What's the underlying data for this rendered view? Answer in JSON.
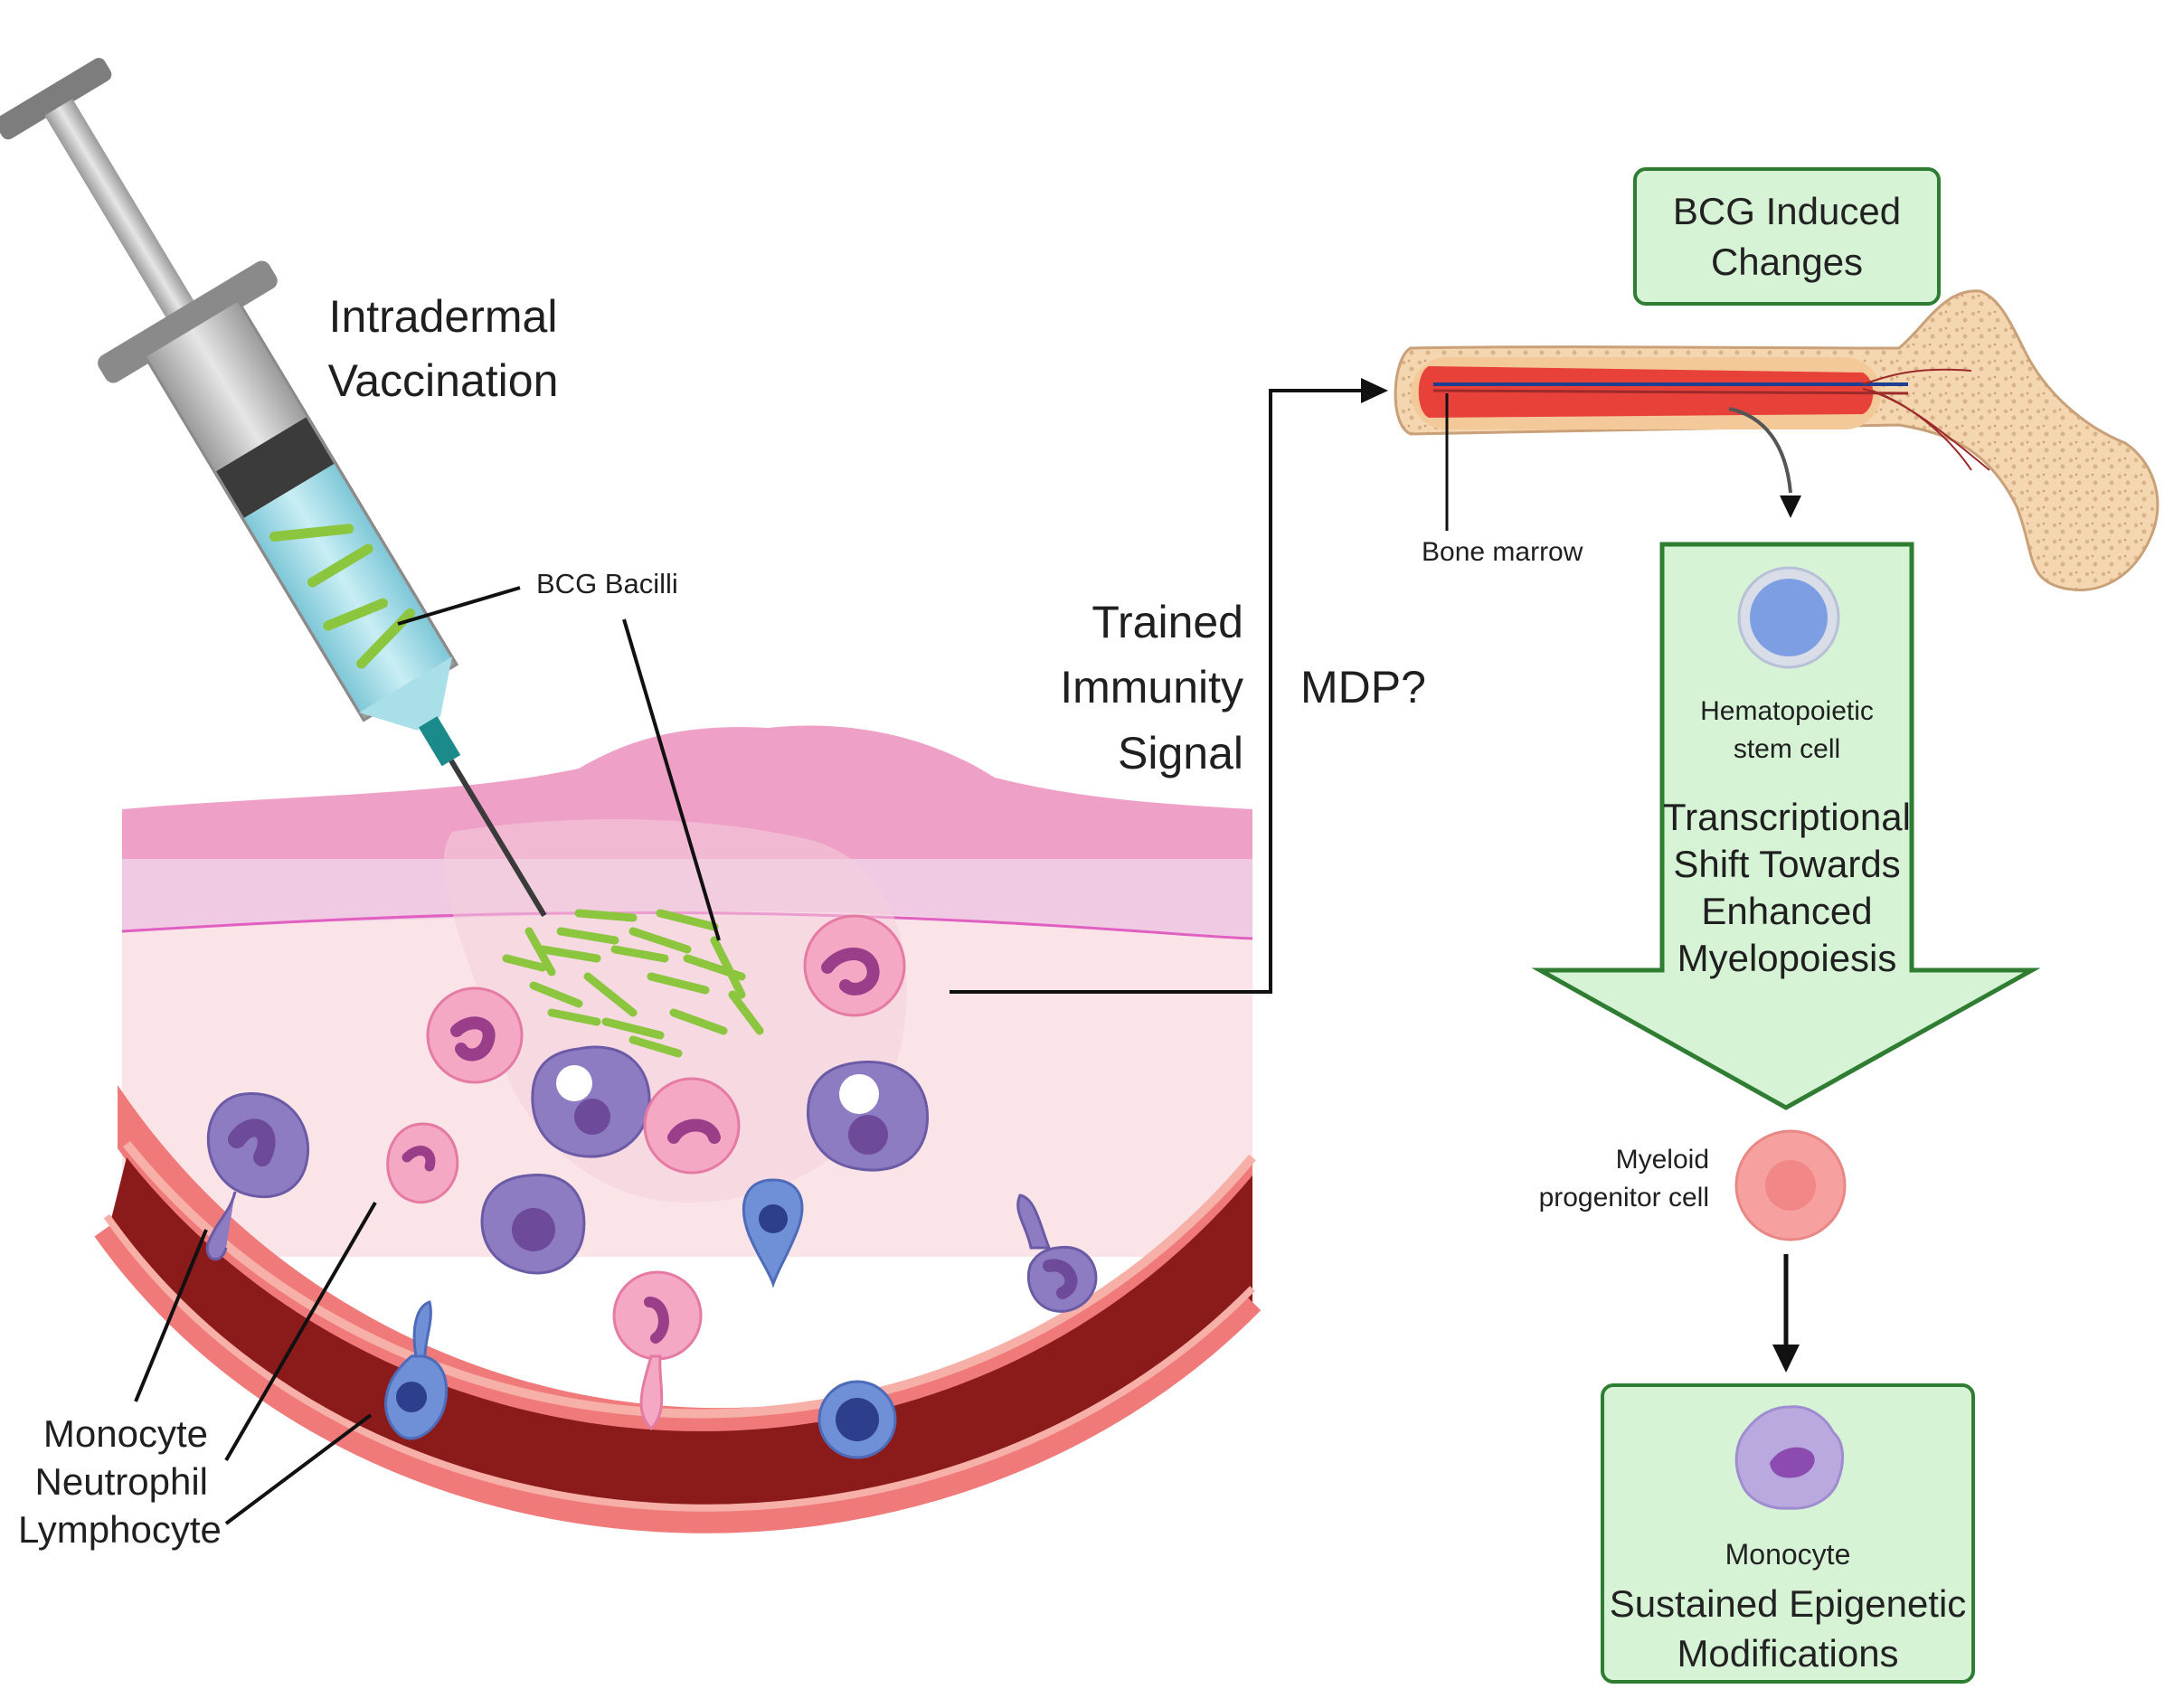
{
  "left_panel": {
    "title_line1": "Intradermal",
    "title_line2": "Vaccination",
    "bcg_bacilli_label": "BCG Bacilli",
    "cell_labels": [
      "Monocyte",
      "Neutrophil",
      "Lymphocyte"
    ]
  },
  "signal": {
    "line1": "Trained",
    "line2": "Immunity",
    "line3": "Signal",
    "question": "MDP?"
  },
  "right_panel": {
    "header_box_line1": "BCG Induced",
    "header_box_line2": "Changes",
    "bone_marrow_label": "Bone marrow",
    "hsc_line1": "Hematopoietic",
    "hsc_line2": "stem cell",
    "arrow_text": [
      "Transcriptional",
      "Shift Towards",
      "Enhanced",
      "Myelopoiesis"
    ],
    "myeloid_line1": "Myeloid",
    "myeloid_line2": "progenitor cell",
    "monocyte_label": "Monocyte",
    "final_line1": "Sustained Epigenetic",
    "final_line2": "Modifications"
  },
  "colors": {
    "box_fill": "#d6f3d6",
    "box_border": "#2f7d32",
    "vessel_wall": "#f07a7a",
    "vessel_blood": "#8b1a1a",
    "skin_top": "#f2a6c8",
    "dermis": "#fbe6ea",
    "bacilli": "#8cc63f",
    "monocyte": "#8e7cc3",
    "neutrophil": "#f5a8c4",
    "lymphocyte": "#6f8fd6"
  }
}
